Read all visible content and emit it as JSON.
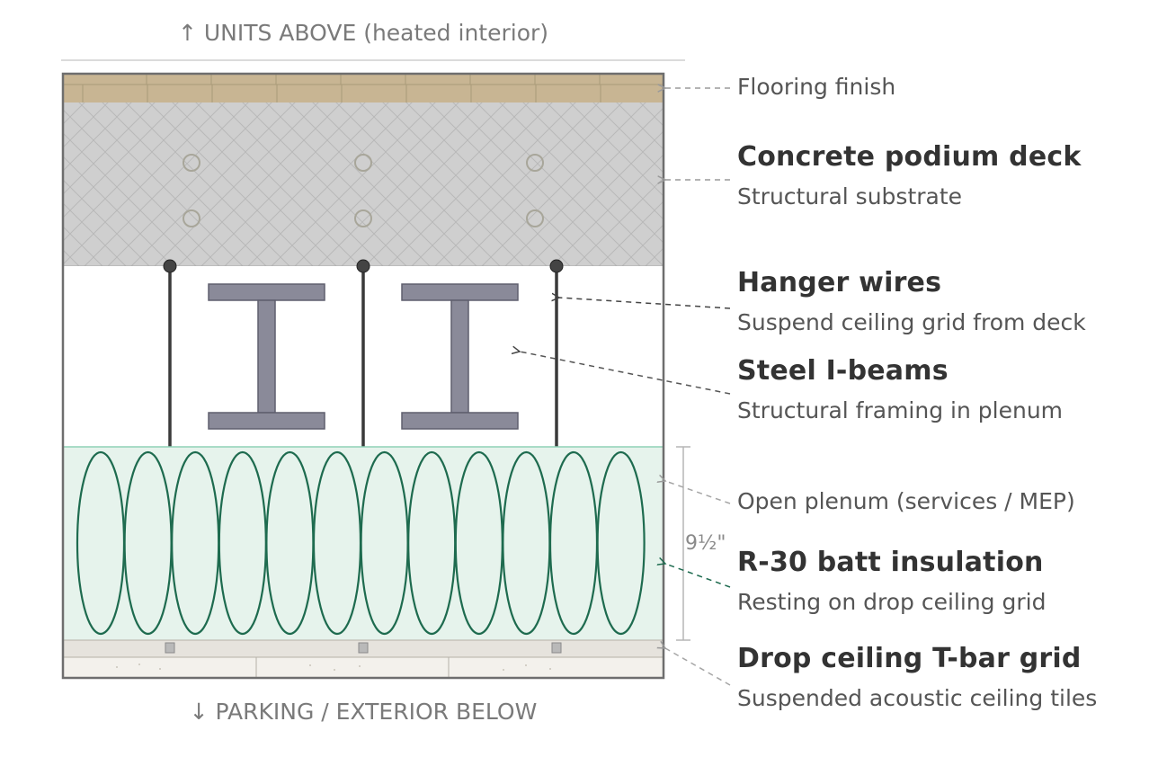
{
  "top_label": "↑ UNITS ABOVE (heated interior)",
  "bottom_label": "↓ PARKING / EXTERIOR BELOW",
  "dimension": "9½\"",
  "layers": {
    "flooring": {
      "label": "Flooring finish"
    },
    "deck": {
      "title": "Concrete podium deck",
      "subtitle": "Structural substrate"
    },
    "hangers": {
      "title": "Hanger wires",
      "subtitle": "Suspend ceiling grid from deck"
    },
    "beams": {
      "title": "Steel I-beams",
      "subtitle": "Structural framing in plenum"
    },
    "plenum": {
      "label": "Open plenum (services / MEP)"
    },
    "insulation": {
      "title": "R-30 batt insulation",
      "subtitle": "Resting on drop ceiling grid"
    },
    "ceiling": {
      "title": "Drop ceiling T-bar grid",
      "subtitle": "Suspended acoustic ceiling tiles"
    }
  },
  "colors": {
    "flooring": "#c8b593",
    "concrete": "#cfcfcf",
    "steel": "#8a8a99",
    "insulation_fill": "#e6f3ec",
    "insulation_stroke": "#1e6b4f",
    "ceiling": "#e6e3dd",
    "outline": "#6e6e6e"
  }
}
